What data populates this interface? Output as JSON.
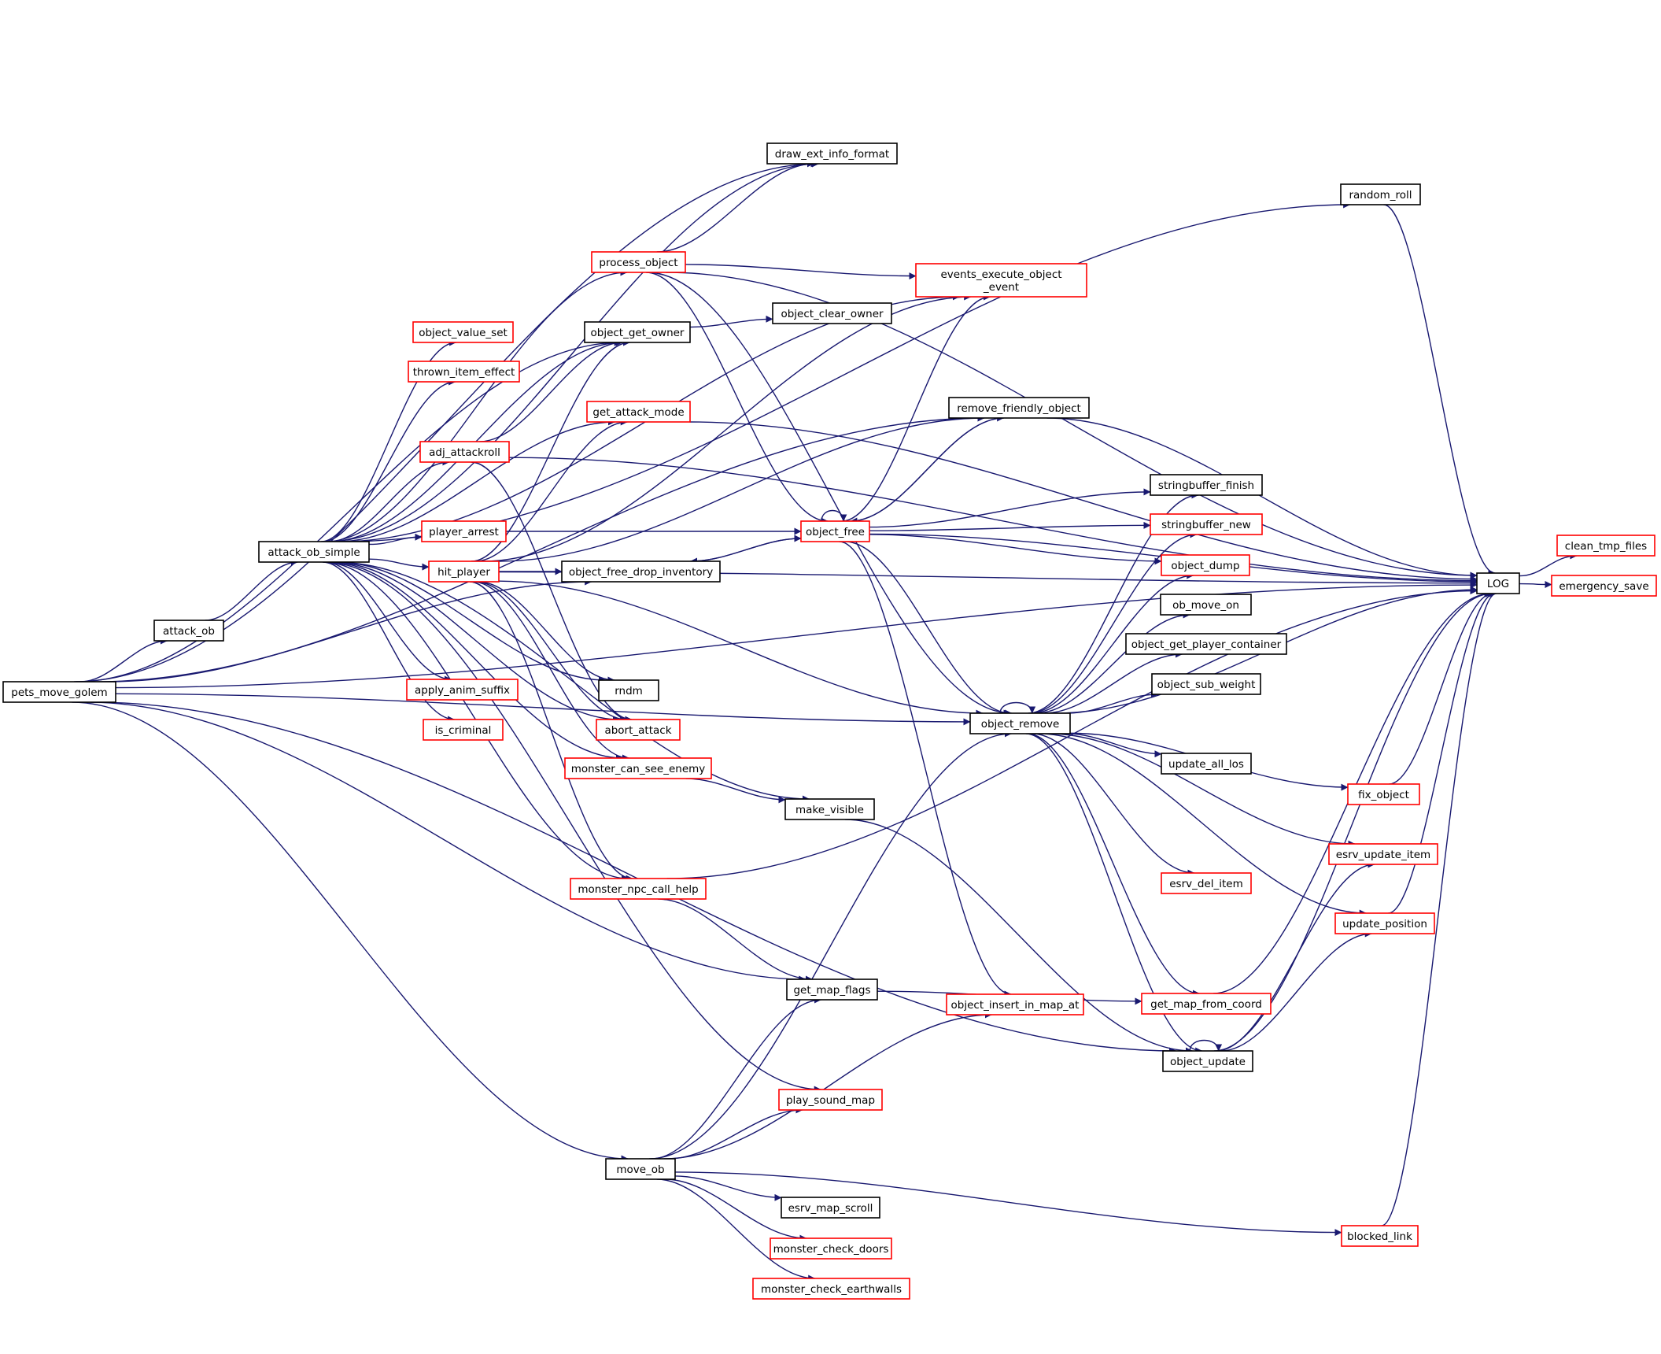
{
  "colors": {
    "edge": "#191970",
    "node_border_default": "#000000",
    "node_border_truncated": "#ff0000",
    "root_fill": "#bfbfbf",
    "node_fill": "#ffffff"
  },
  "nodes": [
    {
      "id": "pets_move_golem",
      "label": "pets_move_golem",
      "style": "root"
    },
    {
      "id": "attack_ob",
      "label": "attack_ob",
      "style": "normal"
    },
    {
      "id": "attack_ob_simple",
      "label": "attack_ob_simple",
      "style": "normal"
    },
    {
      "id": "move_ob",
      "label": "move_ob",
      "style": "normal"
    },
    {
      "id": "draw_ext_info_format",
      "label": "draw_ext_info_format",
      "style": "normal"
    },
    {
      "id": "random_roll",
      "label": "random_roll",
      "style": "normal"
    },
    {
      "id": "process_object",
      "label": "process_object",
      "style": "truncated"
    },
    {
      "id": "events_execute_object_event",
      "label": "events_execute_object\n_event",
      "style": "truncated"
    },
    {
      "id": "object_clear_owner",
      "label": "object_clear_owner",
      "style": "normal"
    },
    {
      "id": "object_get_owner",
      "label": "object_get_owner",
      "style": "normal"
    },
    {
      "id": "object_value_set",
      "label": "object_value_set",
      "style": "truncated"
    },
    {
      "id": "thrown_item_effect",
      "label": "thrown_item_effect",
      "style": "truncated"
    },
    {
      "id": "get_attack_mode",
      "label": "get_attack_mode",
      "style": "truncated"
    },
    {
      "id": "remove_friendly_object",
      "label": "remove_friendly_object",
      "style": "normal"
    },
    {
      "id": "adj_attackroll",
      "label": "adj_attackroll",
      "style": "truncated"
    },
    {
      "id": "stringbuffer_finish",
      "label": "stringbuffer_finish",
      "style": "normal"
    },
    {
      "id": "player_arrest",
      "label": "player_arrest",
      "style": "truncated"
    },
    {
      "id": "object_free",
      "label": "object_free",
      "style": "truncated"
    },
    {
      "id": "stringbuffer_new",
      "label": "stringbuffer_new",
      "style": "truncated"
    },
    {
      "id": "hit_player",
      "label": "hit_player",
      "style": "truncated"
    },
    {
      "id": "object_free_drop_inventory",
      "label": "object_free_drop_inventory",
      "style": "normal"
    },
    {
      "id": "object_dump",
      "label": "object_dump",
      "style": "truncated"
    },
    {
      "id": "ob_move_on",
      "label": "ob_move_on",
      "style": "normal"
    },
    {
      "id": "object_get_player_container",
      "label": "object_get_player_container",
      "style": "normal"
    },
    {
      "id": "object_sub_weight",
      "label": "object_sub_weight",
      "style": "normal"
    },
    {
      "id": "apply_anim_suffix",
      "label": "apply_anim_suffix",
      "style": "truncated"
    },
    {
      "id": "rndm",
      "label": "rndm",
      "style": "normal"
    },
    {
      "id": "object_remove",
      "label": "object_remove",
      "style": "normal"
    },
    {
      "id": "is_criminal",
      "label": "is_criminal",
      "style": "truncated"
    },
    {
      "id": "abort_attack",
      "label": "abort_attack",
      "style": "truncated"
    },
    {
      "id": "update_all_los",
      "label": "update_all_los",
      "style": "normal"
    },
    {
      "id": "monster_can_see_enemy",
      "label": "monster_can_see_enemy",
      "style": "truncated"
    },
    {
      "id": "fix_object",
      "label": "fix_object",
      "style": "truncated"
    },
    {
      "id": "make_visible",
      "label": "make_visible",
      "style": "normal"
    },
    {
      "id": "esrv_update_item",
      "label": "esrv_update_item",
      "style": "truncated"
    },
    {
      "id": "esrv_del_item",
      "label": "esrv_del_item",
      "style": "truncated"
    },
    {
      "id": "monster_npc_call_help",
      "label": "monster_npc_call_help",
      "style": "truncated"
    },
    {
      "id": "update_position",
      "label": "update_position",
      "style": "truncated"
    },
    {
      "id": "get_map_flags",
      "label": "get_map_flags",
      "style": "normal"
    },
    {
      "id": "object_insert_in_map_at",
      "label": "object_insert_in_map_at",
      "style": "truncated"
    },
    {
      "id": "get_map_from_coord",
      "label": "get_map_from_coord",
      "style": "truncated"
    },
    {
      "id": "object_update",
      "label": "object_update",
      "style": "normal"
    },
    {
      "id": "play_sound_map",
      "label": "play_sound_map",
      "style": "truncated"
    },
    {
      "id": "esrv_map_scroll",
      "label": "esrv_map_scroll",
      "style": "normal"
    },
    {
      "id": "monster_check_doors",
      "label": "monster_check_doors",
      "style": "truncated"
    },
    {
      "id": "blocked_link",
      "label": "blocked_link",
      "style": "truncated"
    },
    {
      "id": "monster_check_earthwalls",
      "label": "monster_check_earthwalls",
      "style": "truncated"
    },
    {
      "id": "LOG",
      "label": "LOG",
      "style": "normal"
    },
    {
      "id": "clean_tmp_files",
      "label": "clean_tmp_files",
      "style": "truncated"
    },
    {
      "id": "emergency_save",
      "label": "emergency_save",
      "style": "truncated"
    }
  ],
  "edges": [
    [
      "pets_move_golem",
      "attack_ob"
    ],
    [
      "pets_move_golem",
      "draw_ext_info_format"
    ],
    [
      "pets_move_golem",
      "LOG"
    ],
    [
      "pets_move_golem",
      "remove_friendly_object"
    ],
    [
      "pets_move_golem",
      "object_get_owner"
    ],
    [
      "pets_move_golem",
      "object_free_drop_inventory"
    ],
    [
      "pets_move_golem",
      "object_remove"
    ],
    [
      "pets_move_golem",
      "get_map_flags"
    ],
    [
      "pets_move_golem",
      "object_update"
    ],
    [
      "pets_move_golem",
      "move_ob"
    ],
    [
      "attack_ob",
      "attack_ob_simple"
    ],
    [
      "attack_ob_simple",
      "draw_ext_info_format"
    ],
    [
      "attack_ob_simple",
      "random_roll"
    ],
    [
      "attack_ob_simple",
      "process_object"
    ],
    [
      "attack_ob_simple",
      "events_execute_object_event"
    ],
    [
      "attack_ob_simple",
      "object_get_owner"
    ],
    [
      "attack_ob_simple",
      "object_value_set"
    ],
    [
      "attack_ob_simple",
      "thrown_item_effect"
    ],
    [
      "attack_ob_simple",
      "get_attack_mode"
    ],
    [
      "attack_ob_simple",
      "adj_attackroll"
    ],
    [
      "attack_ob_simple",
      "player_arrest"
    ],
    [
      "attack_ob_simple",
      "hit_player"
    ],
    [
      "attack_ob_simple",
      "apply_anim_suffix"
    ],
    [
      "attack_ob_simple",
      "is_criminal"
    ],
    [
      "attack_ob_simple",
      "rndm"
    ],
    [
      "attack_ob_simple",
      "abort_attack"
    ],
    [
      "attack_ob_simple",
      "monster_can_see_enemy"
    ],
    [
      "attack_ob_simple",
      "make_visible"
    ],
    [
      "attack_ob_simple",
      "monster_npc_call_help"
    ],
    [
      "attack_ob_simple",
      "play_sound_map"
    ],
    [
      "process_object",
      "draw_ext_info_format"
    ],
    [
      "process_object",
      "LOG"
    ],
    [
      "process_object",
      "events_execute_object_event"
    ],
    [
      "process_object",
      "object_free"
    ],
    [
      "process_object",
      "object_remove"
    ],
    [
      "object_get_owner",
      "object_clear_owner"
    ],
    [
      "adj_attackroll",
      "object_get_owner"
    ],
    [
      "adj_attackroll",
      "LOG"
    ],
    [
      "adj_attackroll",
      "abort_attack"
    ],
    [
      "get_attack_mode",
      "LOG"
    ],
    [
      "player_arrest",
      "object_free"
    ],
    [
      "hit_player",
      "object_get_owner"
    ],
    [
      "hit_player",
      "get_attack_mode"
    ],
    [
      "hit_player",
      "events_execute_object_event"
    ],
    [
      "hit_player",
      "remove_friendly_object"
    ],
    [
      "hit_player",
      "object_free_drop_inventory"
    ],
    [
      "hit_player",
      "object_remove"
    ],
    [
      "hit_player",
      "rndm"
    ],
    [
      "hit_player",
      "abort_attack"
    ],
    [
      "hit_player",
      "monster_can_see_enemy"
    ],
    [
      "hit_player",
      "monster_npc_call_help"
    ],
    [
      "hit_player",
      "LOG"
    ],
    [
      "object_free_drop_inventory",
      "object_free"
    ],
    [
      "object_free",
      "object_free"
    ],
    [
      "object_free",
      "events_execute_object_event"
    ],
    [
      "object_free",
      "remove_friendly_object"
    ],
    [
      "object_free",
      "LOG"
    ],
    [
      "object_free",
      "stringbuffer_finish"
    ],
    [
      "object_free",
      "stringbuffer_new"
    ],
    [
      "object_free",
      "object_dump"
    ],
    [
      "object_free",
      "object_free_drop_inventory"
    ],
    [
      "object_free",
      "object_remove"
    ],
    [
      "object_free",
      "object_insert_in_map_at"
    ],
    [
      "remove_friendly_object",
      "LOG"
    ],
    [
      "remove_friendly_object",
      "object_free"
    ],
    [
      "object_remove",
      "object_remove"
    ],
    [
      "object_remove",
      "stringbuffer_finish"
    ],
    [
      "object_remove",
      "stringbuffer_new"
    ],
    [
      "object_remove",
      "object_dump"
    ],
    [
      "object_remove",
      "ob_move_on"
    ],
    [
      "object_remove",
      "object_get_player_container"
    ],
    [
      "object_remove",
      "object_sub_weight"
    ],
    [
      "object_remove",
      "LOG"
    ],
    [
      "object_remove",
      "update_all_los"
    ],
    [
      "object_remove",
      "fix_object"
    ],
    [
      "object_remove",
      "esrv_update_item"
    ],
    [
      "object_remove",
      "esrv_del_item"
    ],
    [
      "object_remove",
      "update_position"
    ],
    [
      "object_remove",
      "get_map_from_coord"
    ],
    [
      "object_remove",
      "object_update"
    ],
    [
      "monster_can_see_enemy",
      "make_visible"
    ],
    [
      "make_visible",
      "object_update"
    ],
    [
      "monster_npc_call_help",
      "get_map_flags"
    ],
    [
      "monster_npc_call_help",
      "LOG"
    ],
    [
      "get_map_flags",
      "get_map_from_coord"
    ],
    [
      "object_update",
      "object_update"
    ],
    [
      "object_update",
      "esrv_update_item"
    ],
    [
      "object_update",
      "update_position"
    ],
    [
      "object_update",
      "LOG"
    ],
    [
      "fix_object",
      "LOG"
    ],
    [
      "update_position",
      "LOG"
    ],
    [
      "get_map_from_coord",
      "LOG"
    ],
    [
      "random_roll",
      "LOG"
    ],
    [
      "move_ob",
      "get_map_flags"
    ],
    [
      "move_ob",
      "play_sound_map"
    ],
    [
      "move_ob",
      "object_remove"
    ],
    [
      "move_ob",
      "object_insert_in_map_at"
    ],
    [
      "move_ob",
      "esrv_map_scroll"
    ],
    [
      "move_ob",
      "monster_check_doors"
    ],
    [
      "move_ob",
      "monster_check_earthwalls"
    ],
    [
      "move_ob",
      "blocked_link"
    ],
    [
      "blocked_link",
      "LOG"
    ],
    [
      "LOG",
      "clean_tmp_files"
    ],
    [
      "LOG",
      "emergency_save"
    ]
  ]
}
